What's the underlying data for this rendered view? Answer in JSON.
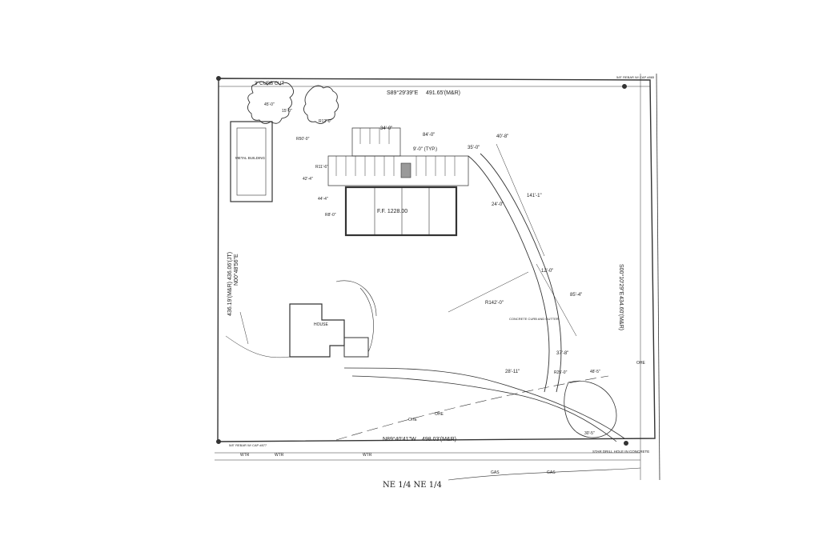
{
  "plan": {
    "curb_cut": "3' CURB CUT",
    "bearing_north": "S89°29'39\"E",
    "dist_north": "491.65'(M&R)",
    "bearing_south": "N89°40'41\"W",
    "dist_south": "498.03'(M&R)",
    "bearing_west_dist": "436.19'(M&R) 436.06'(JT)",
    "bearing_west": "N00°48'56\"E",
    "bearing_east": "S00°10'29\"E",
    "dist_east": "434.60'(M&R)",
    "building_ff": "F.F. 1228.00",
    "metal_building": "METAL BUILDING",
    "house": "HOUSE",
    "section": "NE 1/4 NE 1/4",
    "star_drill": "STAR DRILL HOLE IN CONCRETE",
    "rebar_sw": "5/8\" REBAR W/ CAP #877",
    "rebar_ne": "5/8\" REBAR W/ CAP #865",
    "radius": "R142'-0\"",
    "conc_curb": "CONCRETE CURB AND GUTTER",
    "dim_141": "141'-1\"",
    "dim_85": "85'-4\"",
    "dim_37": "37'-8\"",
    "dim_28": "28'-11\"",
    "dim_24": "24'-0\"",
    "dim_12": "12'-0\"",
    "dim_40": "40'-8\"",
    "dim_35": "35'-0\"",
    "dim_34": "34'-0\"",
    "dim_84a": "84'-0\"",
    "dim_9": "9'-0\" (TYP.)",
    "dim_r25": "R25'-0\"",
    "dim_48": "48'-5\"",
    "dim_30": "30'-5\"",
    "dim_15": "15'-0\"",
    "dim_45": "45'-0\"",
    "dim_r50": "R50'-0\"",
    "dim_r12": "R12'-0\"",
    "dim_r11": "R11'-6\"",
    "dim_42": "42'-4\"",
    "dim_44": "44'-4\"",
    "dim_r8": "R8'-0\"",
    "util_wtr": "WTR",
    "util_gas": "GAS",
    "util_ohe": "OHE"
  }
}
